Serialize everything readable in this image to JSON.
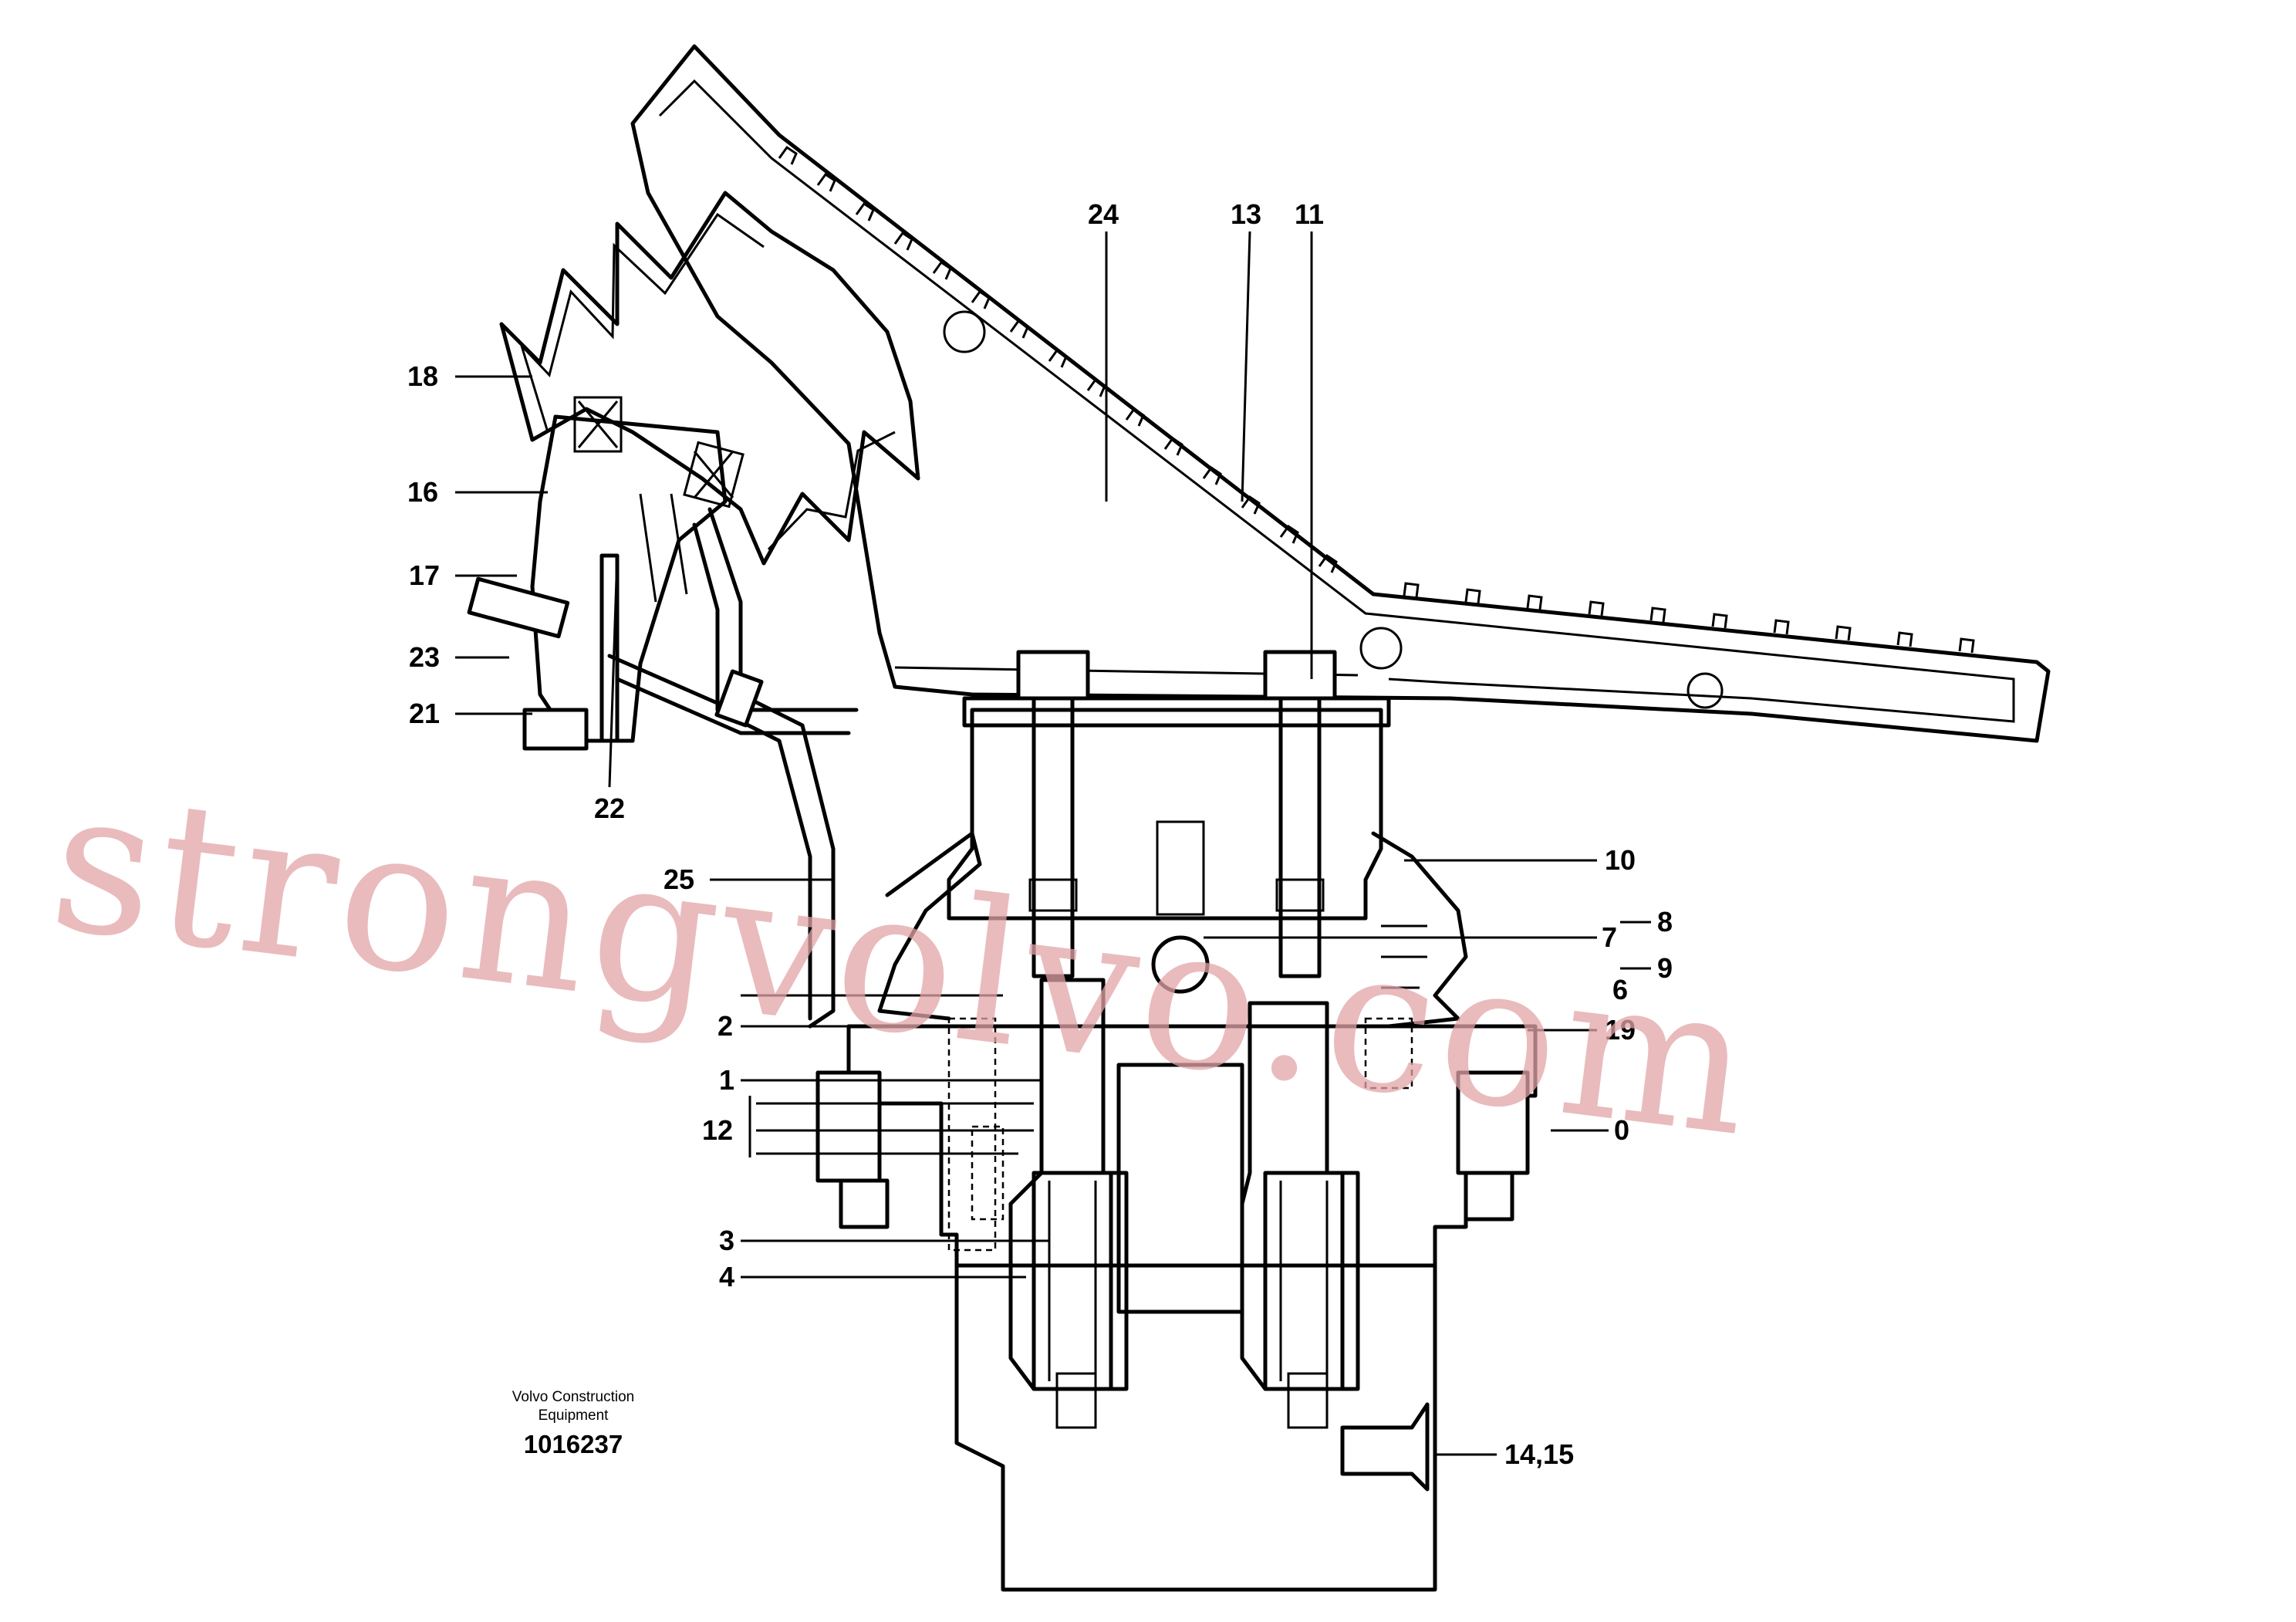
{
  "diagram": {
    "part_labels": [
      "24",
      "13",
      "11",
      "18",
      "16",
      "17",
      "23",
      "21",
      "22",
      "25",
      "10",
      "8",
      "7",
      "9",
      "6",
      "2",
      "19",
      "1",
      "12",
      "0",
      "3",
      "4",
      "14,15"
    ],
    "caption": {
      "line1": "Volvo Construction",
      "line2": "Equipment",
      "number": "1016237"
    },
    "watermark": "strongvolvo.com"
  }
}
